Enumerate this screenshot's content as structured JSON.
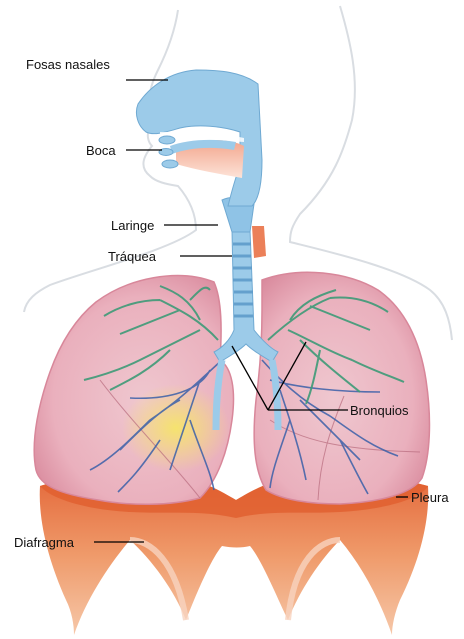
{
  "diagram": {
    "labels": {
      "fosas_nasales": "Fosas nasales",
      "boca": "Boca",
      "laringe": "Laringe",
      "traquea": "Tráquea",
      "bronquios": "Bronquios",
      "pleura": "Pleura",
      "diafragma": "Diafragma"
    },
    "colors": {
      "airway": "#9ccbe9",
      "airway_outline": "#6fa9d2",
      "lung": "#f2b8c3",
      "lung_edge": "#d8879a",
      "bronchial_tree": "#3d9a77",
      "pulmonary_vessels": "#3a5fa8",
      "diaphragm": "#e98a55",
      "diaphragm_dark": "#d46436",
      "body_outline": "#d9dde2",
      "leader_lines": "#000000"
    }
  }
}
